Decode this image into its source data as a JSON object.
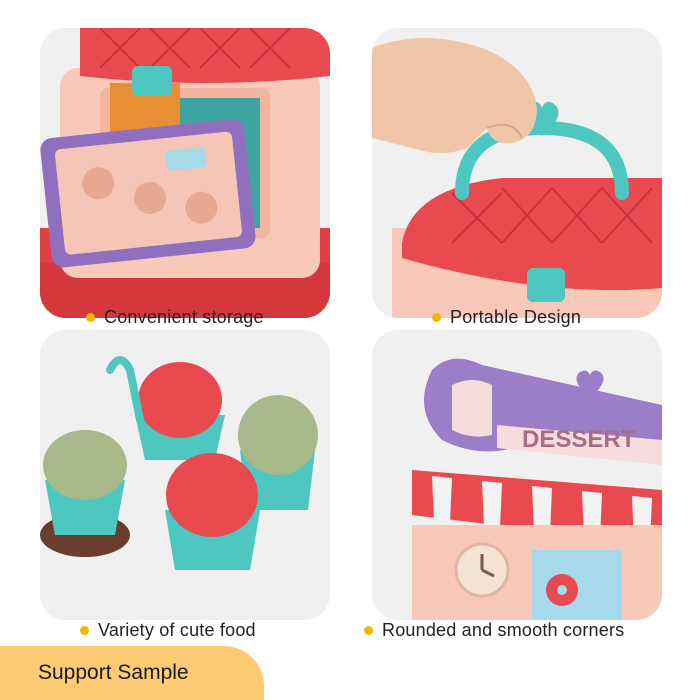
{
  "features": [
    {
      "caption": "Convenient storage",
      "image": "pink toy house case with open purple window"
    },
    {
      "caption": "Portable Design",
      "image": "hand lifting red quilted lid by teal heart handle"
    },
    {
      "caption": "Variety of cute food",
      "image": "toy cupcakes in teal cups"
    },
    {
      "caption": "Rounded and smooth corners",
      "image": "dessert shop sign with red awning"
    }
  ],
  "sign_text": "DESSERT",
  "badge": {
    "label": "Support Sample"
  },
  "colors": {
    "bullet": "#f2b500",
    "badge": "#fccb74",
    "tile_bg": "#f1f0f0",
    "toy_red": "#e84a4f",
    "toy_pink": "#f8c5b4",
    "toy_teal": "#4fc7c1",
    "toy_purple": "#9b7dc8"
  }
}
